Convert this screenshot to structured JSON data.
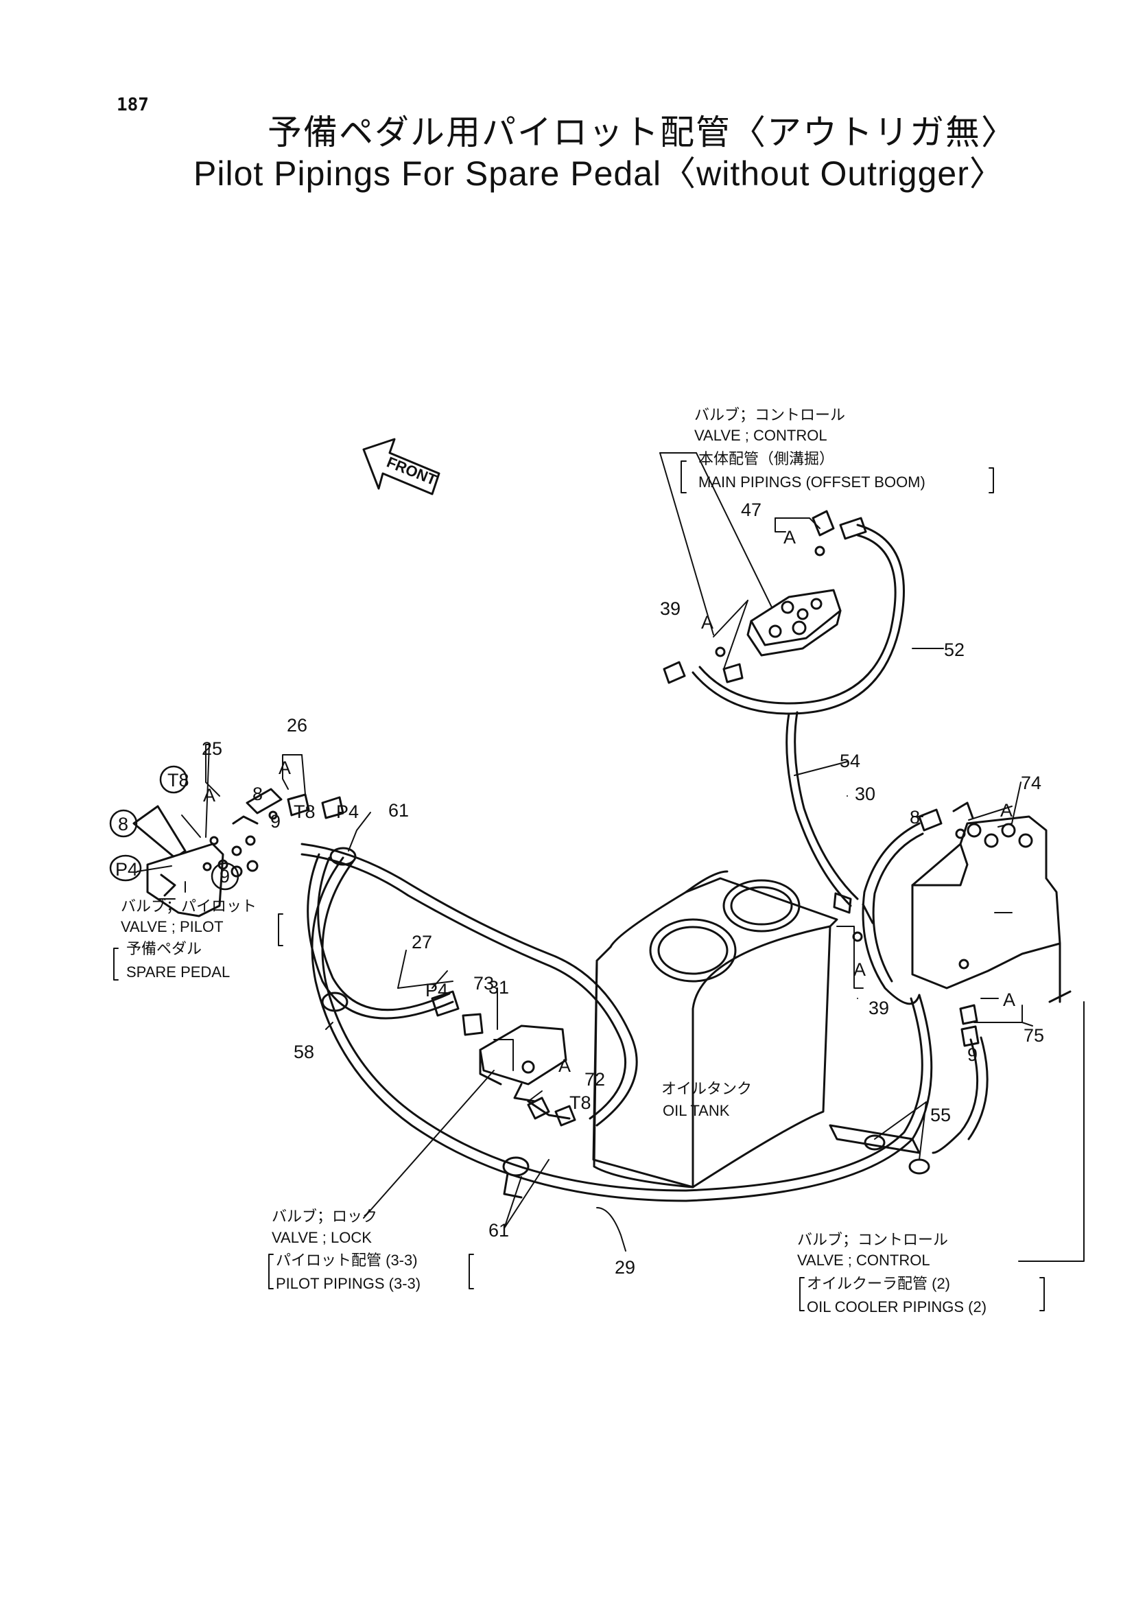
{
  "page": {
    "number": "187",
    "title_ja": "予備ペダル用パイロット配管〈アウトリガ無〉",
    "title_en": "Pilot Pipings For Spare Pedal〈without Outrigger〉"
  },
  "front_arrow": {
    "label": "FRONT"
  },
  "callouts": {
    "control_valve_main": {
      "line1_ja": "バルブ；コントロール",
      "line2_en": "VALVE ; CONTROL",
      "line3_ja": "本体配管（側溝掘）",
      "line4_en": "MAIN PIPINGS (OFFSET BOOM)"
    },
    "pilot_valve": {
      "line1_ja": "バルブ；パイロット",
      "line2_en": "VALVE ; PILOT",
      "line3_ja": "予備ペダル",
      "line4_en": "SPARE PEDAL"
    },
    "lock_valve": {
      "line1_ja": "バルブ；ロック",
      "line2_en": "VALVE ; LOCK",
      "line3_ja": "パイロット配管 (3-3)",
      "line4_en": "PILOT PIPINGS (3-3)"
    },
    "control_valve_cooler": {
      "line1_ja": "バルブ；コントロール",
      "line2_en": "VALVE ; CONTROL",
      "line3_ja": "オイルクーラ配管 (2)",
      "line4_en": "OIL COOLER PIPINGS (2)"
    },
    "oil_tank": {
      "line1_ja": "オイルタンク",
      "line2_en": "OIL TANK"
    }
  },
  "part_numbers": {
    "p8": "8",
    "p9": "9",
    "p25": "25",
    "p26": "26",
    "p27": "27",
    "p29": "29",
    "p30": "30",
    "p31": "31",
    "p39a": "39",
    "p39b": "39",
    "p47": "47",
    "p52": "52",
    "p54": "54",
    "p55": "55",
    "p58": "58",
    "p61a": "61",
    "p61b": "61",
    "p72": "72",
    "p73": "73",
    "p74": "74",
    "p75": "75",
    "p8b": "8",
    "p8c": "8",
    "p9b": "9",
    "p9c": "9"
  },
  "port_labels": {
    "a1": "A",
    "a2": "A",
    "a3": "A",
    "a4": "A",
    "a5": "A",
    "a6": "A",
    "a7": "A",
    "a8": "A",
    "t8a": "T8",
    "t8b": "T8",
    "t8c": "T8",
    "p4a": "P4",
    "p4b": "P4",
    "p4c": "P4"
  }
}
